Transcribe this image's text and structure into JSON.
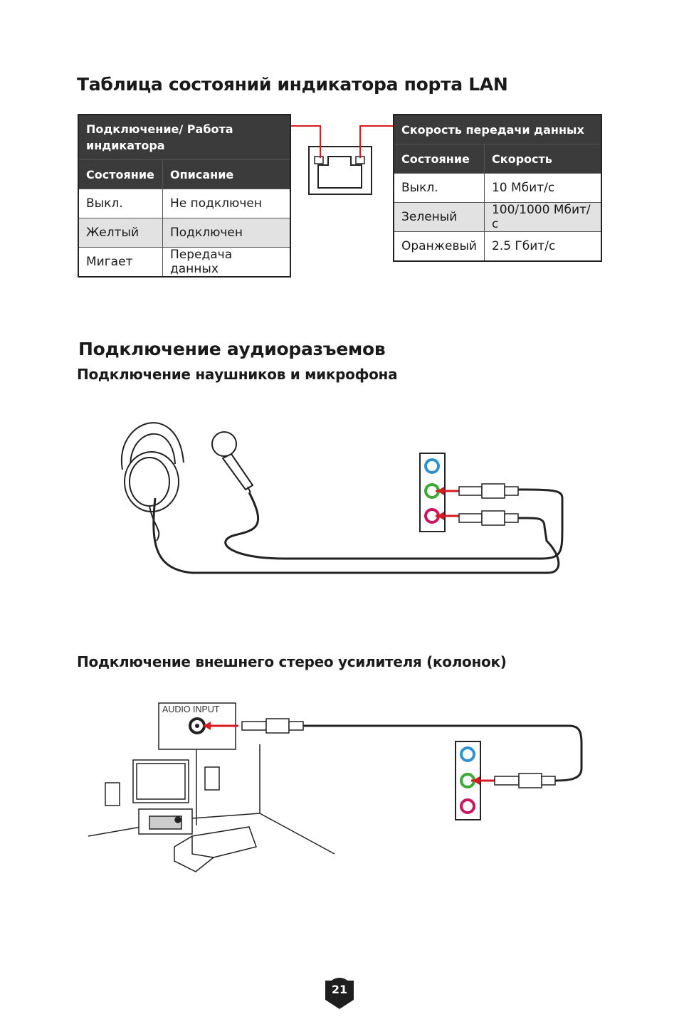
{
  "lan_section": {
    "title": "Таблица состояний индикатора порта LAN",
    "left_table": {
      "header": "Подключение/ Работа индикатора",
      "columns": [
        "Состояние",
        "Описание"
      ],
      "rows": [
        [
          "Выкл.",
          "Не подключен"
        ],
        [
          "Желтый",
          "Подключен"
        ],
        [
          "Мигает",
          "Передача данных"
        ]
      ]
    },
    "right_table": {
      "header": "Скорость передачи данных",
      "columns": [
        "Состояние",
        "Скорость"
      ],
      "rows": [
        [
          "Выкл.",
          "10 Мбит/с"
        ],
        [
          "Зеленый",
          "100/1000 Мбит/с"
        ],
        [
          "Оранжевый",
          "2.5 Гбит/с"
        ]
      ]
    }
  },
  "audio_section": {
    "title": "Подключение аудиоразъемов",
    "headphones_subtitle": "Подключение наушников и микрофона",
    "amplifier_subtitle": "Подключение внешнего стерео усилителя (колонок)",
    "audio_input_label": "AUDIO INPUT"
  },
  "colors": {
    "accent_red": "#d71920",
    "jack_blue": "#2e93d1",
    "jack_green": "#3aaa35",
    "jack_pink": "#c8175d",
    "header_bg": "#3b3b3b"
  },
  "page_number": "21"
}
